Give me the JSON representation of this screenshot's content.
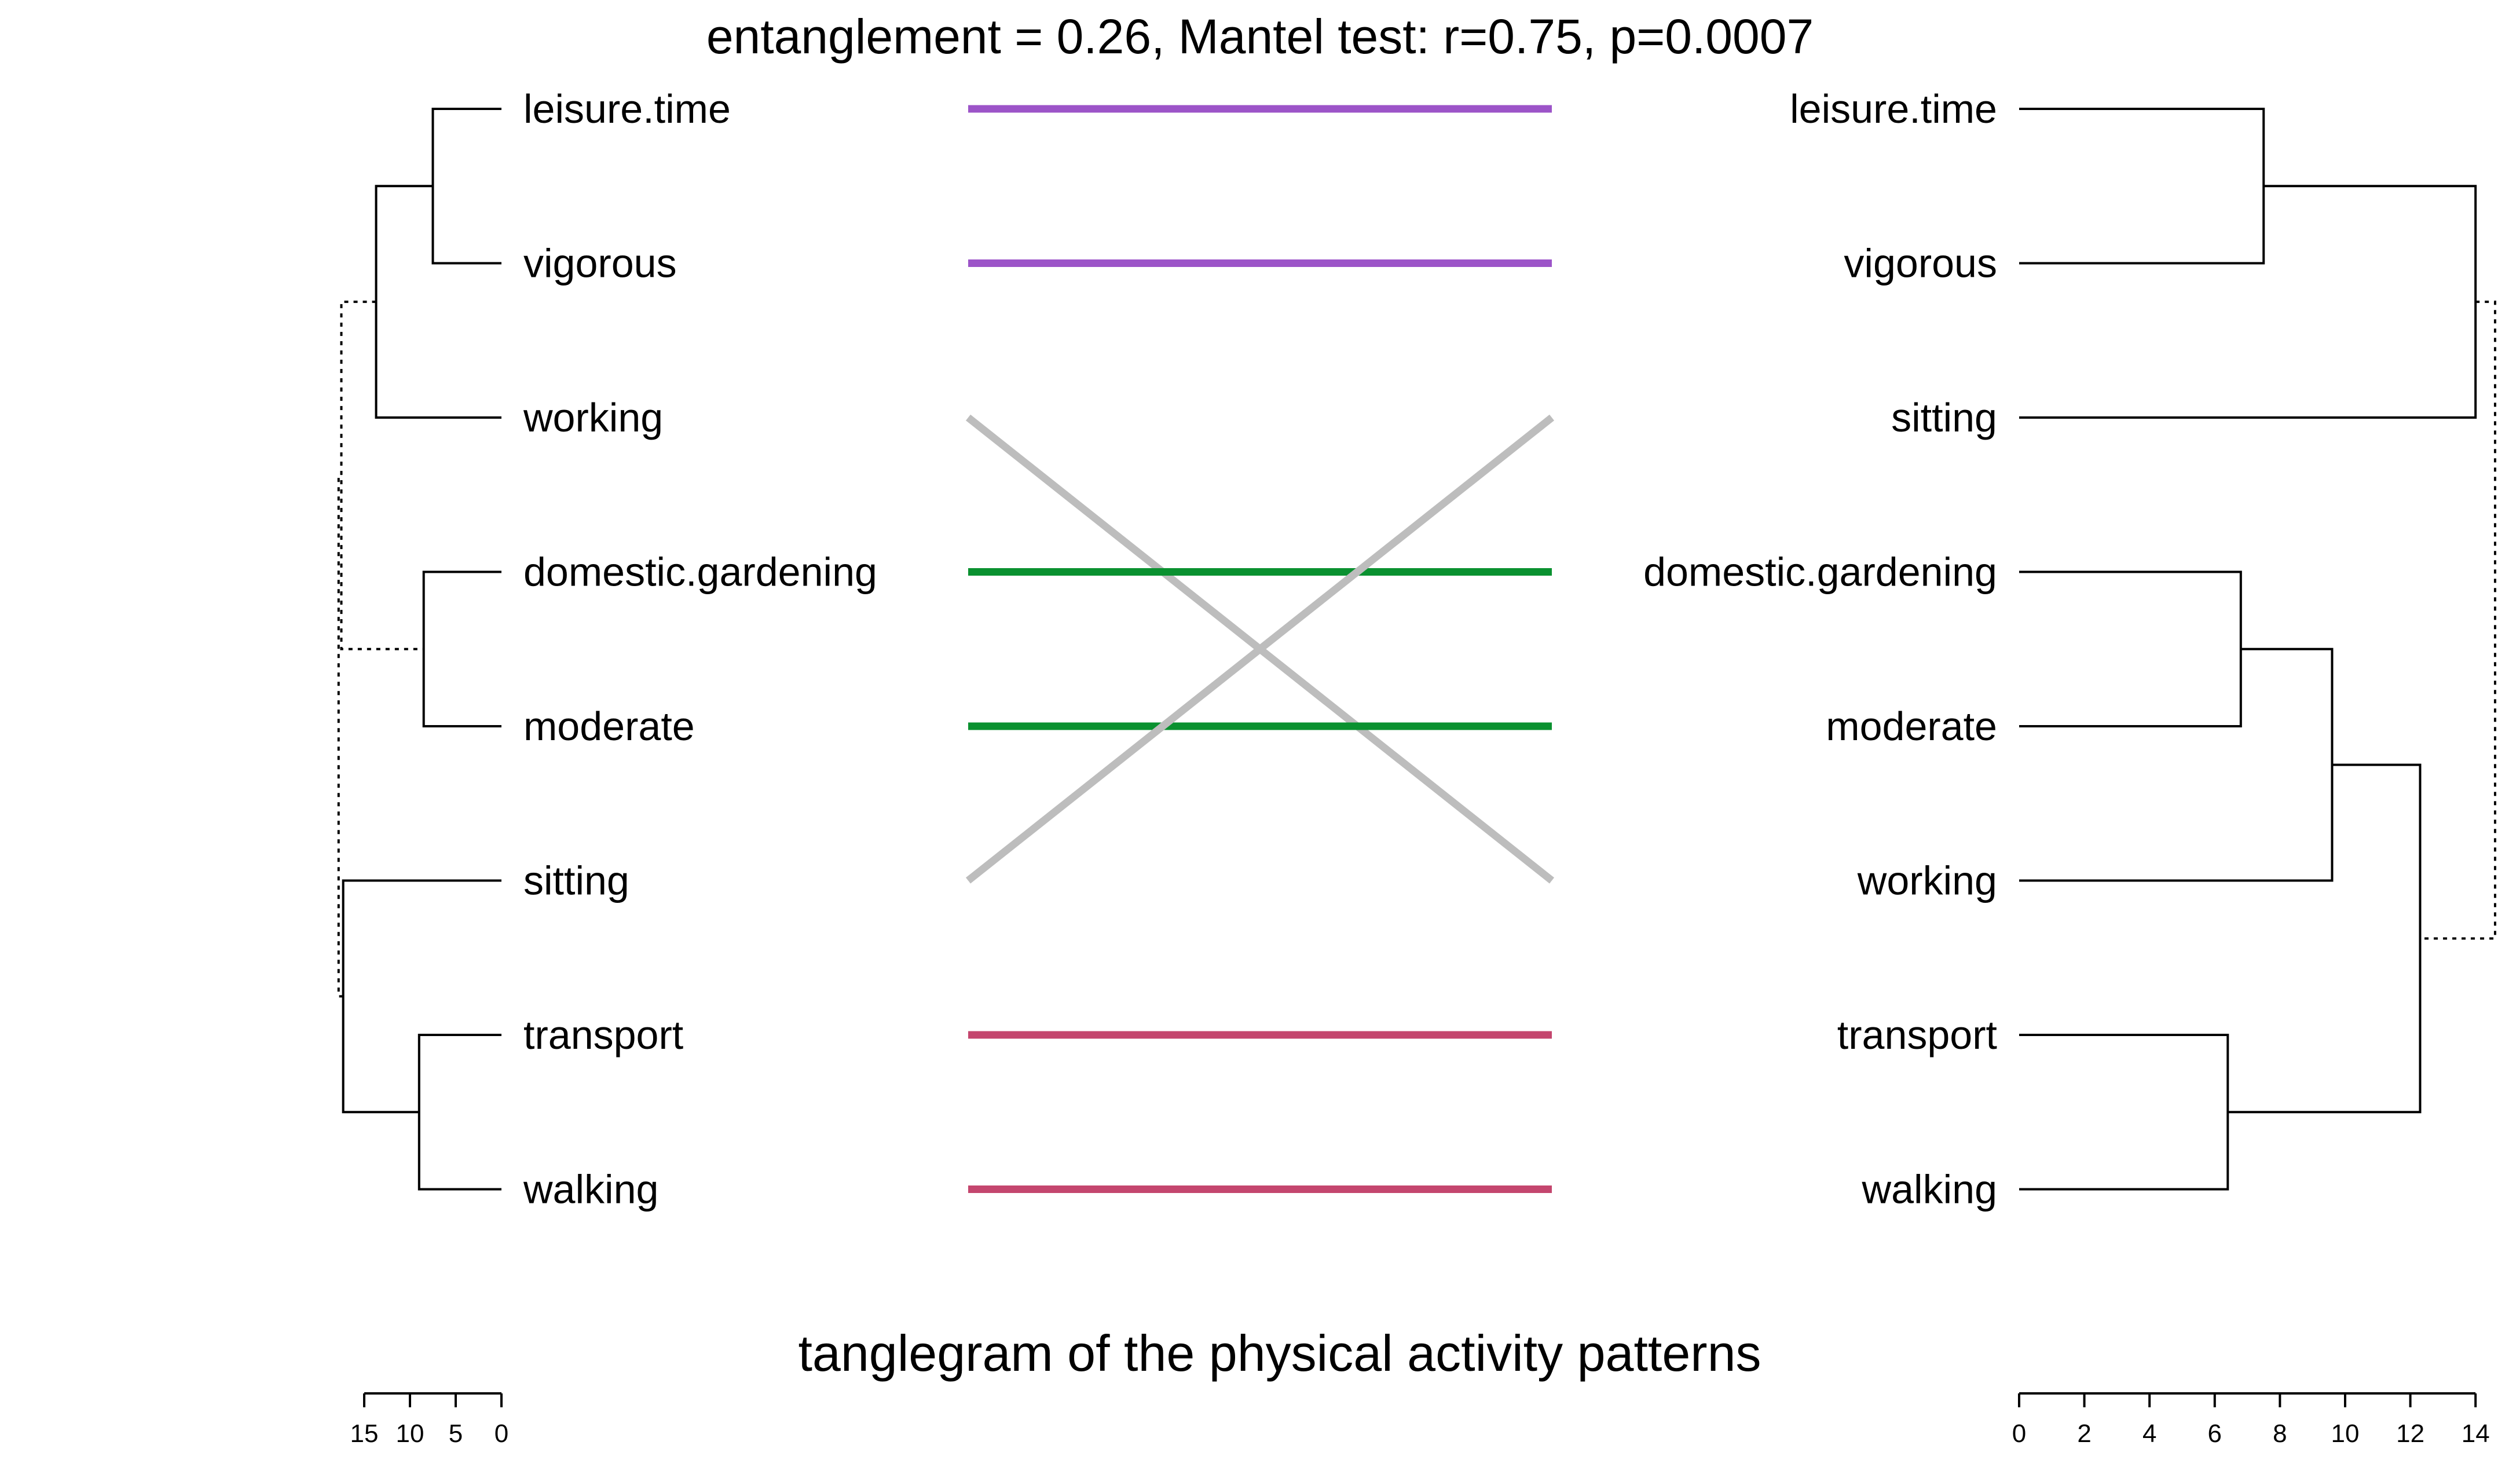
{
  "chart_data": {
    "type": "tanglegram",
    "title": "entanglement = 0.26, Mantel test: r=0.75, p=0.0007",
    "subtitle": "tanglegram of the physical activity patterns",
    "left": {
      "leaves": [
        "leisure.time",
        "vigorous",
        "working",
        "domestic.gardening",
        "moderate",
        "sitting",
        "transport",
        "walking"
      ],
      "axis_ticks": [
        15,
        10,
        5,
        0
      ],
      "axis_range": [
        0,
        15
      ],
      "merges": [
        {
          "a": "leisure.time",
          "b": "vigorous",
          "height": 7.5
        },
        {
          "a": "transport",
          "b": "walking",
          "height": 9.0
        },
        {
          "a": "domestic.gardening",
          "b": "moderate",
          "height": 8.5
        },
        {
          "a": "C1",
          "b": "working",
          "height": 13.7
        },
        {
          "a": "sitting",
          "b": "C2",
          "height": 17.3
        },
        {
          "a": "C4",
          "b": "C3",
          "height": 17.5,
          "style": "dotted"
        },
        {
          "a": "C5",
          "b": "C6",
          "height": 17.8,
          "style": "dotted"
        }
      ]
    },
    "right": {
      "leaves": [
        "leisure.time",
        "vigorous",
        "sitting",
        "domestic.gardening",
        "moderate",
        "working",
        "transport",
        "walking"
      ],
      "axis_ticks": [
        0,
        2,
        4,
        6,
        8,
        10,
        12,
        14
      ],
      "axis_range": [
        0,
        14
      ],
      "merges": [
        {
          "a": "leisure.time",
          "b": "vigorous",
          "height": 7.5
        },
        {
          "a": "domestic.gardening",
          "b": "moderate",
          "height": 6.8
        },
        {
          "a": "transport",
          "b": "walking",
          "height": 6.4
        },
        {
          "a": "C1",
          "b": "sitting",
          "height": 14.0
        },
        {
          "a": "C2",
          "b": "working",
          "height": 9.6
        },
        {
          "a": "C5",
          "b": "C3",
          "height": 12.3
        },
        {
          "a": "C4",
          "b": "C6",
          "height": 14.6,
          "style": "dotted"
        }
      ]
    },
    "connections": [
      {
        "leaf": "leisure.time",
        "color": "#9c54c8"
      },
      {
        "leaf": "vigorous",
        "color": "#9c54c8"
      },
      {
        "leaf": "working",
        "color": "#bdbdbd"
      },
      {
        "leaf": "domestic.gardening",
        "color": "#0a9130"
      },
      {
        "leaf": "moderate",
        "color": "#0a9130"
      },
      {
        "leaf": "sitting",
        "color": "#bdbdbd"
      },
      {
        "leaf": "transport",
        "color": "#c4466e"
      },
      {
        "leaf": "walking",
        "color": "#c4466e"
      }
    ]
  }
}
